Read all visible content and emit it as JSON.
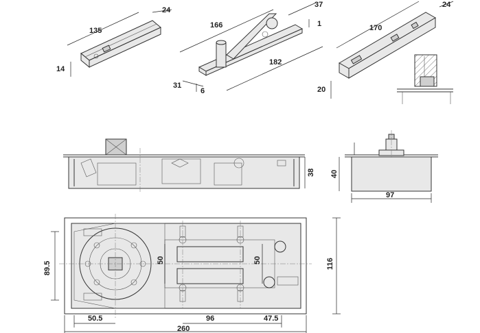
{
  "top_row": {
    "left_part": {
      "dim_length": "135",
      "dim_width": "24",
      "dim_height": "14"
    },
    "mid_part": {
      "dim_length": "166",
      "dim_total": "182",
      "dim_top": "37",
      "dim_thick": "1",
      "dim_base": "31",
      "dim_small": "6"
    },
    "right_part": {
      "dim_length": "170",
      "dim_width": "24",
      "dim_height": "20"
    }
  },
  "side_view": {
    "dim_height": "38"
  },
  "end_view": {
    "dim_height": "40",
    "dim_width": "97"
  },
  "plan_view": {
    "dim_left_height": "89.5",
    "dim_right_height": "116",
    "dim_spacing_left": "50",
    "dim_spacing_right": "50",
    "dim_offset": "50.5",
    "dim_center": "96",
    "dim_right": "47.5",
    "dim_total": "260"
  }
}
